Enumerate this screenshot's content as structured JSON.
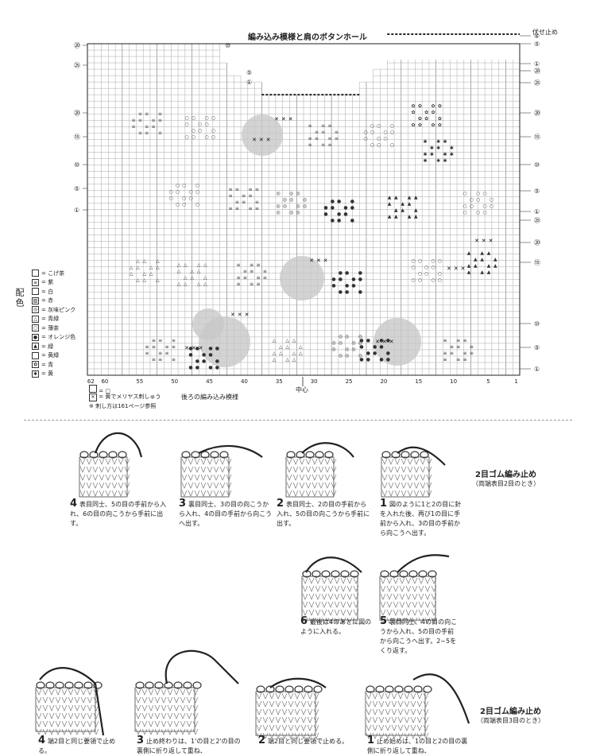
{
  "chart": {
    "title": "編み込み模様と肩のボタンホール",
    "top_right_label": "伏せ止め",
    "center_label": "中心",
    "x_axis_ticks": [
      "62",
      "60",
      "55",
      "50",
      "45",
      "40",
      "35",
      "30",
      "25",
      "20",
      "15",
      "10",
      "5",
      "1"
    ],
    "left_row_labels": [
      "㉒",
      "⑳",
      "㉕",
      "⑳",
      "⑮",
      "⑩",
      "⑤",
      "①"
    ],
    "right_row_labels": [
      "⑥",
      "⑤",
      "①",
      "㉘",
      "㉕",
      "⑳",
      "⑮",
      "⑩",
      "⑤",
      "①",
      "㉕",
      "⑳",
      "⑮",
      "⑩",
      "⑤",
      "①"
    ],
    "shoulder_labels": [
      "⑩",
      "⑤",
      "①"
    ],
    "annotation_back": "後ろの編み込み模様",
    "note_x": "= 黄でメリヤス刺しゅう",
    "note_ref": "※ 刺し方は161ページ参照",
    "note_box": "= ▢"
  },
  "legend": {
    "heading": "配色",
    "items": [
      {
        "sym": "",
        "label": "= こげ茶"
      },
      {
        "sym": "≡",
        "label": "= 紫"
      },
      {
        "sym": "",
        "label": "= 白"
      },
      {
        "sym": "▨",
        "label": "= 赤"
      },
      {
        "sym": "◎",
        "label": "= 灰味ピンク"
      },
      {
        "sym": "△",
        "label": "= 青緑"
      },
      {
        "sym": "○",
        "label": "= 薄茶"
      },
      {
        "sym": "●",
        "label": "= オレンジ色"
      },
      {
        "sym": "▲",
        "label": "= 緑"
      },
      {
        "sym": "",
        "label": "= 黄緑"
      },
      {
        "sym": "✿",
        "label": "= 青"
      },
      {
        "sym": "✱",
        "label": "= 黄"
      }
    ]
  },
  "section1": {
    "title": "2目ゴム編み止め",
    "subtitle": "（両端表目2目のとき）",
    "steps": [
      {
        "num": "4",
        "text": "表目同士、5の目の手前から入れ、6の目の向こうから手前に出す。"
      },
      {
        "num": "3",
        "text": "裏目同士、3の目の向こうから入れ、4の目の手前から向こうへ出す。"
      },
      {
        "num": "2",
        "text": "表目同士、2の目の手前から入れ、5の目の向こうから手前に出す。"
      },
      {
        "num": "1",
        "text": "図のように1と2の目に針を入れた後、再び1の目に手前から入れ、3の目の手前から向こうへ出す。"
      },
      {
        "num": "6",
        "text": "最後は4のあとに図のように入れる。"
      },
      {
        "num": "5",
        "text": "裏目同士、4の目の向こうから入れ、5の目の手前から向こうへ出す。2~5をくり返す。"
      }
    ]
  },
  "section2": {
    "title": "2目ゴム編み止め",
    "subtitle": "（両端表目3目のとき）",
    "steps": [
      {
        "num": "4",
        "text": "端2目と同じ要領で止める。"
      },
      {
        "num": "3",
        "text": "止め終わりは、1'の目と2'の目の裏側に折り返して重ね、"
      },
      {
        "num": "2",
        "text": "端2目と同じ要領で止める。"
      },
      {
        "num": "1",
        "text": "止め始めは、1の目と2の目の裏側に折り返して重ね、"
      }
    ]
  }
}
